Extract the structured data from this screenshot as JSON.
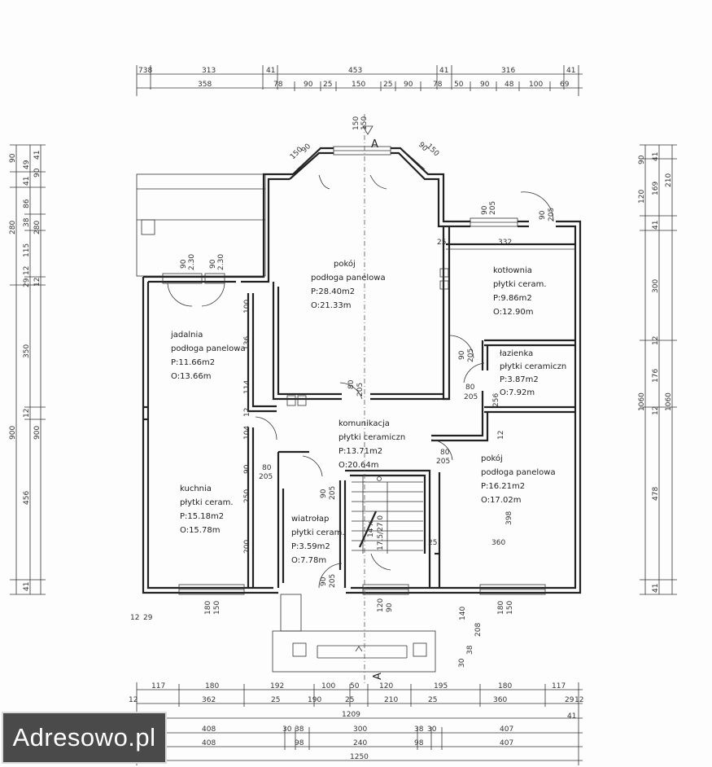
{
  "dimensions": {
    "top_row1": [
      "738",
      "313",
      "41",
      "453",
      "41",
      "316",
      "41"
    ],
    "top_row2": [
      "358",
      "78",
      "90",
      "25",
      "150",
      "25",
      "90",
      "78",
      "50",
      "90",
      "48",
      "100",
      "69"
    ],
    "bottom_row1": [
      "117",
      "180",
      "192",
      "100",
      "50",
      "120",
      "195",
      "180",
      "117"
    ],
    "bottom_row2": [
      "12",
      "362",
      "25",
      "190",
      "25",
      "210",
      "25",
      "360",
      "29",
      "12"
    ],
    "bottom_total1": "1209",
    "bottom_row3": [
      "408",
      "30",
      "38",
      "300",
      "38",
      "30",
      "407"
    ],
    "bottom_row4": [
      "408",
      "98",
      "240",
      "98",
      "407"
    ],
    "bottom_total2": "1250",
    "bottom_extra": "41",
    "left_outer": [
      "90",
      "280",
      "350",
      "900",
      "456",
      "41"
    ],
    "left_inner": [
      "49",
      "41",
      "41",
      "86",
      "38",
      "115",
      "29",
      "12",
      "12",
      "12",
      "900"
    ],
    "left_side": [
      "41",
      "90",
      "280"
    ],
    "right_outer": [
      "90",
      "120",
      "1060"
    ],
    "right_inner": [
      "41",
      "169",
      "41",
      "300",
      "12",
      "176",
      "12",
      "478",
      "41"
    ],
    "right_side": [
      "210",
      "1060"
    ],
    "misc": [
      "12",
      "29",
      "30",
      "38",
      "140",
      "208",
      "120",
      "90",
      "180",
      "150",
      "180",
      "150",
      "25",
      "25",
      "332",
      "360",
      "25",
      "256",
      "398"
    ]
  },
  "openings": [
    {
      "w": "90",
      "h": "2.30"
    },
    {
      "w": "90",
      "h": "2.30"
    },
    {
      "w": "90",
      "h": "205"
    },
    {
      "w": "90",
      "h": "205"
    },
    {
      "w": "90",
      "h": "205"
    },
    {
      "w": "80",
      "h": "205"
    },
    {
      "w": "80",
      "h": "205"
    },
    {
      "w": "80",
      "h": "205"
    },
    {
      "w": "80",
      "h": "205"
    },
    {
      "w": "90",
      "h": "205"
    },
    {
      "w": "90",
      "h": "205"
    }
  ],
  "bay": {
    "top": "150",
    "top2": "150",
    "left1": "90",
    "left2": "150",
    "right1": "90",
    "right2": "150"
  },
  "rooms": {
    "pokoj_top": {
      "name": "pokój",
      "floor": "podłoga panelowa",
      "area": "P:28.40m2",
      "perimeter": "O:21.33m"
    },
    "kotlownia": {
      "name": "kotłownia",
      "floor": "płytki ceram.",
      "area": "P:9.86m2",
      "perimeter": "O:12.90m"
    },
    "lazienka": {
      "name": "łazienka",
      "floor": "płytki ceramiczn",
      "area": "P:3.87m2",
      "perimeter": "O:7.92m"
    },
    "jadalnia": {
      "name": "jadalnia",
      "floor": "podłoga panelowa",
      "area": "P:11.66m2",
      "perimeter": "O:13.66m"
    },
    "komunikacja": {
      "name": "komunikacja",
      "floor": "płytki ceramiczn",
      "area": "P:13.71m2",
      "perimeter": "O:20.64m"
    },
    "pokoj_right": {
      "name": "pokój",
      "floor": "podłoga panelowa",
      "area": "P:16.21m2",
      "perimeter": "O:17.02m"
    },
    "kuchnia": {
      "name": "kuchnia",
      "floor": "płytki ceram.",
      "area": "P:15.18m2",
      "perimeter": "O:15.78m"
    },
    "wiatrolap": {
      "name": "wiatrołap",
      "floor": "płytki ceram.",
      "area": "P:3.59m2",
      "perimeter": "O:7.78m"
    }
  },
  "walls_dims": {
    "d100": "100",
    "d136": "136",
    "d114": "114",
    "d104": "104",
    "d90": "90",
    "d250": "250",
    "d200": "200",
    "d12a": "12",
    "d12b": "12"
  },
  "stairs": {
    "label1": "14 x",
    "label2": "17.5/27.0"
  },
  "section_label": "A",
  "watermark": "Adresowo.pl"
}
